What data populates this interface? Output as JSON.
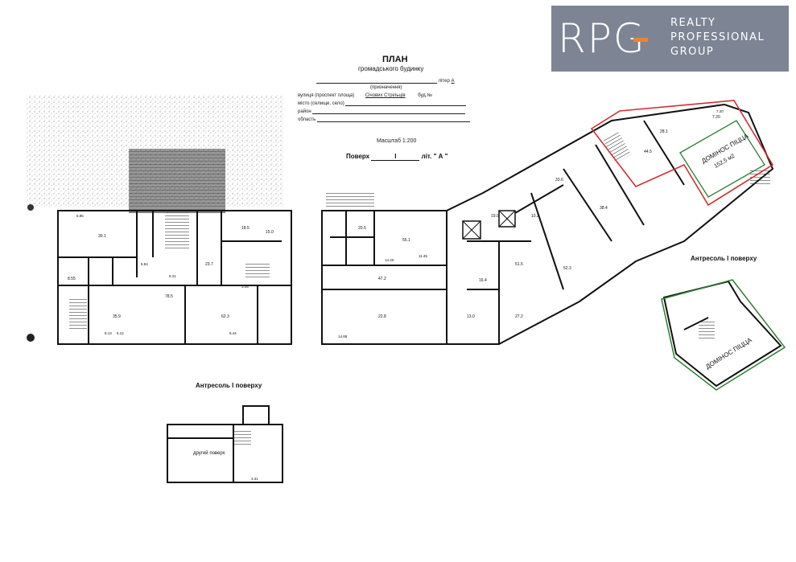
{
  "logo": {
    "mark": "RPG",
    "line1": "REALTY",
    "line2": "PROFESSIONAL",
    "line3": "GROUP",
    "bg_color": "#7d8594",
    "accent_color": "#e8843a"
  },
  "header": {
    "title": "ПЛАН",
    "subtitle": "громадського будинку",
    "liter_label": "літер",
    "liter_value": "А",
    "purpose_label": "(призначення)",
    "street_label": "вулиця (проспект площа)",
    "street_value": "Січових Стрільців",
    "building_label": "буд.№",
    "city_label": "місто (селище, село)",
    "district_label": "район",
    "region_label": "область",
    "scale": "Масштаб 1:200"
  },
  "floor_line": {
    "floor_label": "Поверх",
    "floor_value": "I",
    "liter_label": "літ.",
    "liter_value": "\" А \""
  },
  "mezzanine_left": {
    "label": "Антресоль І поверху",
    "room_label": "другий поверх"
  },
  "mezzanine_right": {
    "label": "Антресоль І поверху"
  },
  "highlight_main": {
    "name": "ДОМІНОС ПІЦЦА",
    "area": "152,5 м2",
    "outline_color": "#d32f2f",
    "inner_color": "#2e7d32"
  },
  "highlight_mezz": {
    "name": "ДОМІНОС ПІЦЦА",
    "outline_color": "#2e7d32"
  },
  "room_numbers": {
    "r1": "30.1",
    "r2": "8.55",
    "r3": "35.9",
    "r4": "78.5",
    "r5": "23.7",
    "r6": "62.3",
    "r7": "18.5",
    "r8": "15.0",
    "r9": "20.5",
    "r10": "55.1",
    "r11": "47.2",
    "r12": "22.8",
    "r13": "51.5",
    "r14": "33.6",
    "r15": "16.4",
    "r16": "52.3",
    "r17": "38.4",
    "r18": "13.0",
    "r19": "27.2",
    "r20": "19.0",
    "r21": "10.2",
    "r22": "44.5",
    "r23": "28.1",
    "r24": "7.20"
  },
  "wall_dims": {
    "d1": "5.85",
    "d2": "6.12",
    "d3": "8.44",
    "d4": "14.88",
    "d5": "3.35",
    "d6": "5.84",
    "d7": "9.21",
    "d8": "7.20",
    "d9": "11.45",
    "d10": "3.31",
    "d11": "14.40",
    "d12": "8.13"
  }
}
